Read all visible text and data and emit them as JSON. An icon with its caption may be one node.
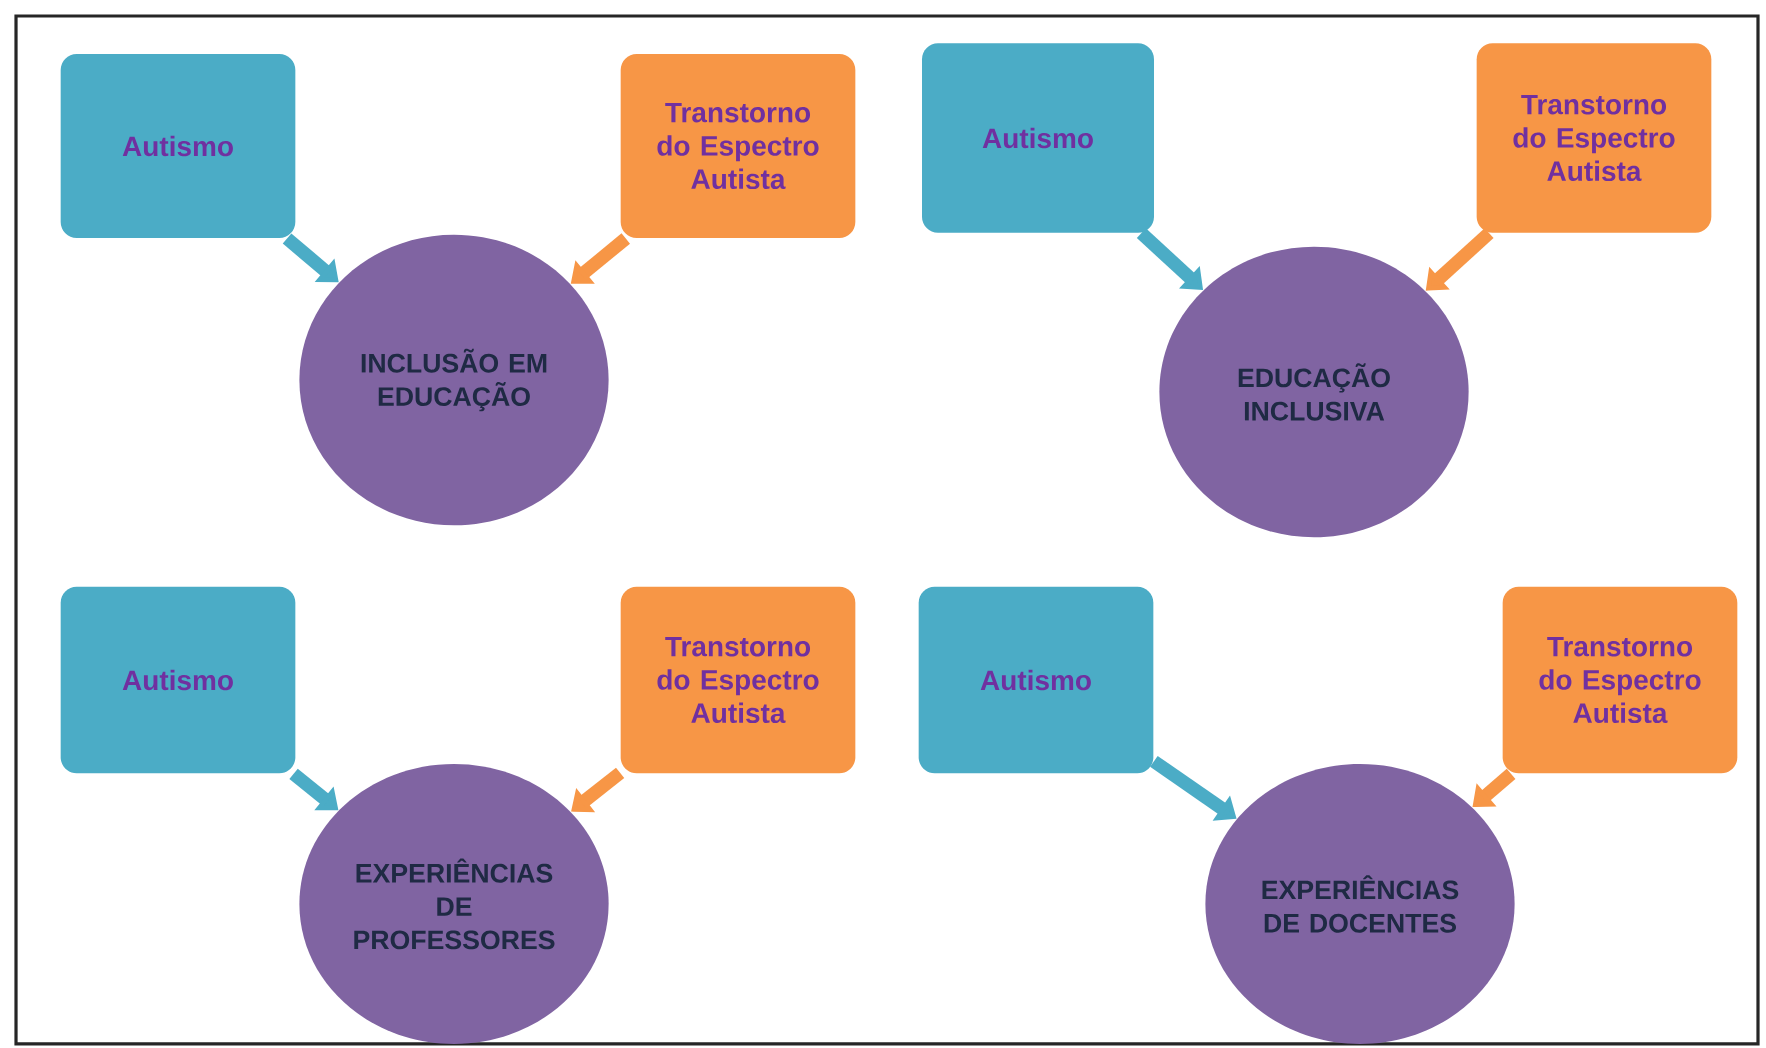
{
  "diagram": {
    "nodes": [
      {
        "text": [
          "Autismo"
        ]
      },
      {
        "text": [
          "Transtorno do Espectro Autista"
        ]
      },
      {
        "text": [
          "INCLUSÃO EM EDUCAÇÃO"
        ]
      },
      {
        "text": [
          "Autismo"
        ]
      },
      {
        "text": [
          "Transtorno do Espectro Autista"
        ]
      },
      {
        "text": [
          "EDUCAÇÃO INCLUSIVA"
        ]
      },
      {
        "text": [
          "Autismo"
        ]
      },
      {
        "text": [
          "Transtorno do Espectro Autista"
        ]
      },
      {
        "text": [
          "EXPERIÊNCIAS DE PROFESSORES"
        ]
      },
      {
        "text": [
          "Autismo"
        ]
      },
      {
        "text": [
          "Transtorno do Espectro Autista"
        ]
      },
      {
        "text": [
          "EXPERIÊNCIAS DE DOCENTES"
        ]
      }
    ],
    "edges": [
      {
        "from": 0,
        "to": 2,
        "arrow": "to",
        "color": "#4bacc6"
      },
      {
        "from": 1,
        "to": 2,
        "arrow": "to",
        "color": "#f79646"
      },
      {
        "from": 3,
        "to": 5,
        "arrow": "to",
        "color": "#4bacc6"
      },
      {
        "from": 4,
        "to": 5,
        "arrow": "to",
        "color": "#f79646"
      },
      {
        "from": 6,
        "to": 8,
        "arrow": "to",
        "color": "#4bacc6"
      },
      {
        "from": 7,
        "to": 8,
        "arrow": "to",
        "color": "#f79646"
      },
      {
        "from": 9,
        "to": 11,
        "arrow": "to",
        "color": "#4bacc6"
      },
      {
        "from": 10,
        "to": 11,
        "arrow": "to",
        "color": "#f79646"
      }
    ]
  }
}
